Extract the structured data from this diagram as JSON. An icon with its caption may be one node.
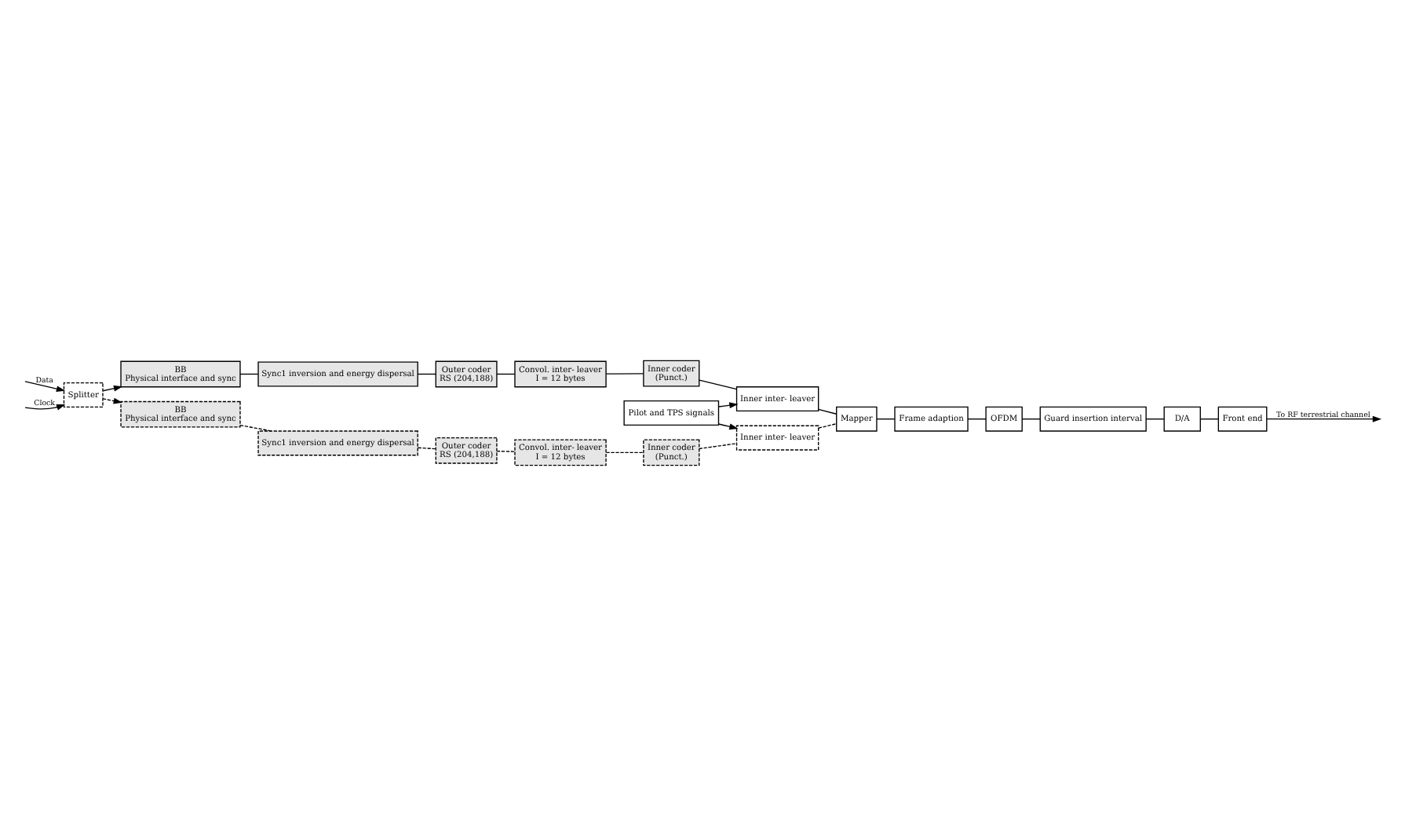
{
  "diagram": {
    "nodes": [
      {
        "text": [
          "Splitter"
        ]
      },
      {
        "text": [
          "BB",
          "Physical interface and sync"
        ]
      },
      {
        "text": [
          "Sync1 inversion and energy dispersal"
        ]
      },
      {
        "text": [
          "Outer coder",
          "RS (204,188)"
        ]
      },
      {
        "text": [
          "Convol. inter- leaver",
          "I = 12 bytes"
        ]
      },
      {
        "text": [
          "Inner coder",
          "(Punct.)"
        ]
      },
      {
        "text": [
          "Inner inter- leaver"
        ]
      },
      {
        "text": [
          "Mapper"
        ]
      },
      {
        "text": [
          "Frame adaption"
        ]
      },
      {
        "text": [
          "Pilot and TPS signals"
        ]
      },
      {
        "text": [
          "BB",
          "Physical interface and sync"
        ]
      },
      {
        "text": [
          "Sync1 inversion and energy dispersal"
        ]
      },
      {
        "text": [
          "Outer coder",
          "RS (204,188)"
        ]
      },
      {
        "text": [
          "Convol. inter- leaver",
          "I = 12 bytes"
        ]
      },
      {
        "text": [
          "Inner coder",
          "(Punct.)"
        ]
      },
      {
        "text": [
          "Inner inter- leaver"
        ]
      },
      {
        "text": [
          "Front end"
        ]
      },
      {
        "text": [
          "D/A"
        ]
      },
      {
        "text": [
          "Guard insertion interval"
        ]
      },
      {
        "text": [
          "OFDM"
        ]
      }
    ],
    "edges": [
      {
        "from": null,
        "to": 0,
        "arrow": "to",
        "label": "Data"
      },
      {
        "from": null,
        "to": 0,
        "arrow": "to",
        "label": "Clock"
      },
      {
        "from": 0,
        "to": 1,
        "arrow": "to"
      },
      {
        "from": 1,
        "to": 2,
        "arrow": "none"
      },
      {
        "from": 2,
        "to": 3,
        "arrow": "none"
      },
      {
        "from": 3,
        "to": 4,
        "arrow": "none"
      },
      {
        "from": 4,
        "to": 5,
        "arrow": "none"
      },
      {
        "from": 5,
        "to": 6,
        "arrow": "none"
      },
      {
        "from": 6,
        "to": 7,
        "arrow": "none"
      },
      {
        "from": 7,
        "to": 8,
        "arrow": "none"
      },
      {
        "from": 9,
        "to": 6,
        "arrow": "to"
      },
      {
        "from": 9,
        "to": 15,
        "arrow": "to"
      },
      {
        "from": 0,
        "to": 10,
        "arrow": "to",
        "style": "dashed"
      },
      {
        "from": 10,
        "to": 11,
        "arrow": "none",
        "style": "dashed"
      },
      {
        "from": 11,
        "to": 12,
        "arrow": "none",
        "style": "dashed"
      },
      {
        "from": 12,
        "to": 13,
        "arrow": "none",
        "style": "dashed"
      },
      {
        "from": 13,
        "to": 14,
        "arrow": "none",
        "style": "dashed"
      },
      {
        "from": 14,
        "to": 15,
        "arrow": "none",
        "style": "dashed"
      },
      {
        "from": 15,
        "to": 7,
        "arrow": "none",
        "style": "dashed"
      },
      {
        "from": 8,
        "to": 19,
        "arrow": "none"
      },
      {
        "from": 19,
        "to": 18,
        "arrow": "none"
      },
      {
        "from": 18,
        "to": 17,
        "arrow": "none"
      },
      {
        "from": 17,
        "to": 16,
        "arrow": "none"
      },
      {
        "from": 16,
        "to": null,
        "arrow": "to",
        "label": "To RF terrestrial channel"
      }
    ]
  }
}
